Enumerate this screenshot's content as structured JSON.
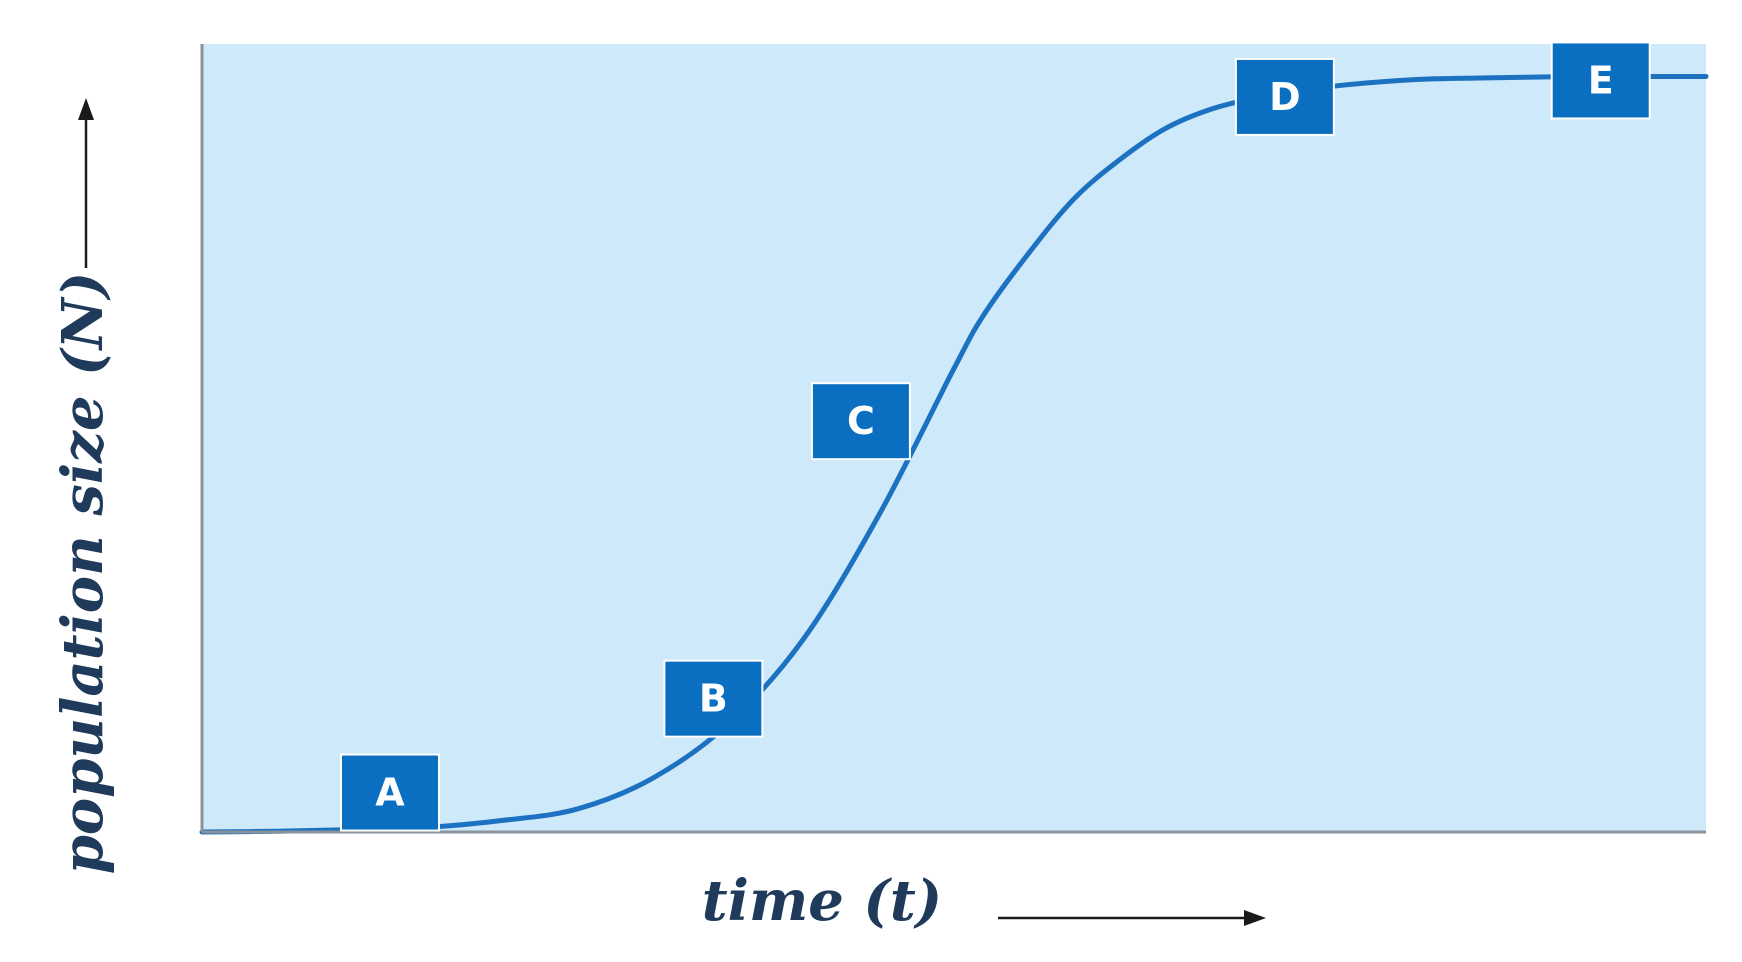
{
  "chart_data": {
    "type": "line",
    "xlabel": "time (t)",
    "ylabel": "population size (N)",
    "xlim": [
      0,
      100
    ],
    "ylim": [
      0,
      100
    ],
    "grid": false,
    "series": [
      {
        "x": [
          0,
          5,
          10,
          15,
          20,
          25,
          30,
          35,
          40,
          45,
          50,
          52,
          55,
          58,
          61,
          64,
          67,
          70,
          73,
          76,
          79,
          82,
          85,
          88,
          92,
          96,
          100
        ],
        "y": [
          0,
          0.1,
          0.3,
          0.6,
          1.5,
          3,
          7,
          14,
          25,
          41,
          60,
          67,
          75,
          82,
          87,
          91,
          93.5,
          95,
          96,
          96.7,
          97.2,
          97.5,
          97.6,
          97.7,
          97.8,
          97.8,
          97.8
        ]
      }
    ],
    "annotations": [
      {
        "label": "A",
        "x": 12.5
      },
      {
        "label": "B",
        "x": 34
      },
      {
        "label": "C",
        "x": 48
      },
      {
        "label": "D",
        "x": 72
      },
      {
        "label": "E",
        "x": 93
      }
    ],
    "colors": {
      "plot_background": "#cde9fa",
      "curve": "#1c72c0",
      "label_box": "#0b6fc1",
      "axis": "#8a939c",
      "axis_title": "#1f3a5a",
      "arrow": "#1a1a1a"
    }
  }
}
